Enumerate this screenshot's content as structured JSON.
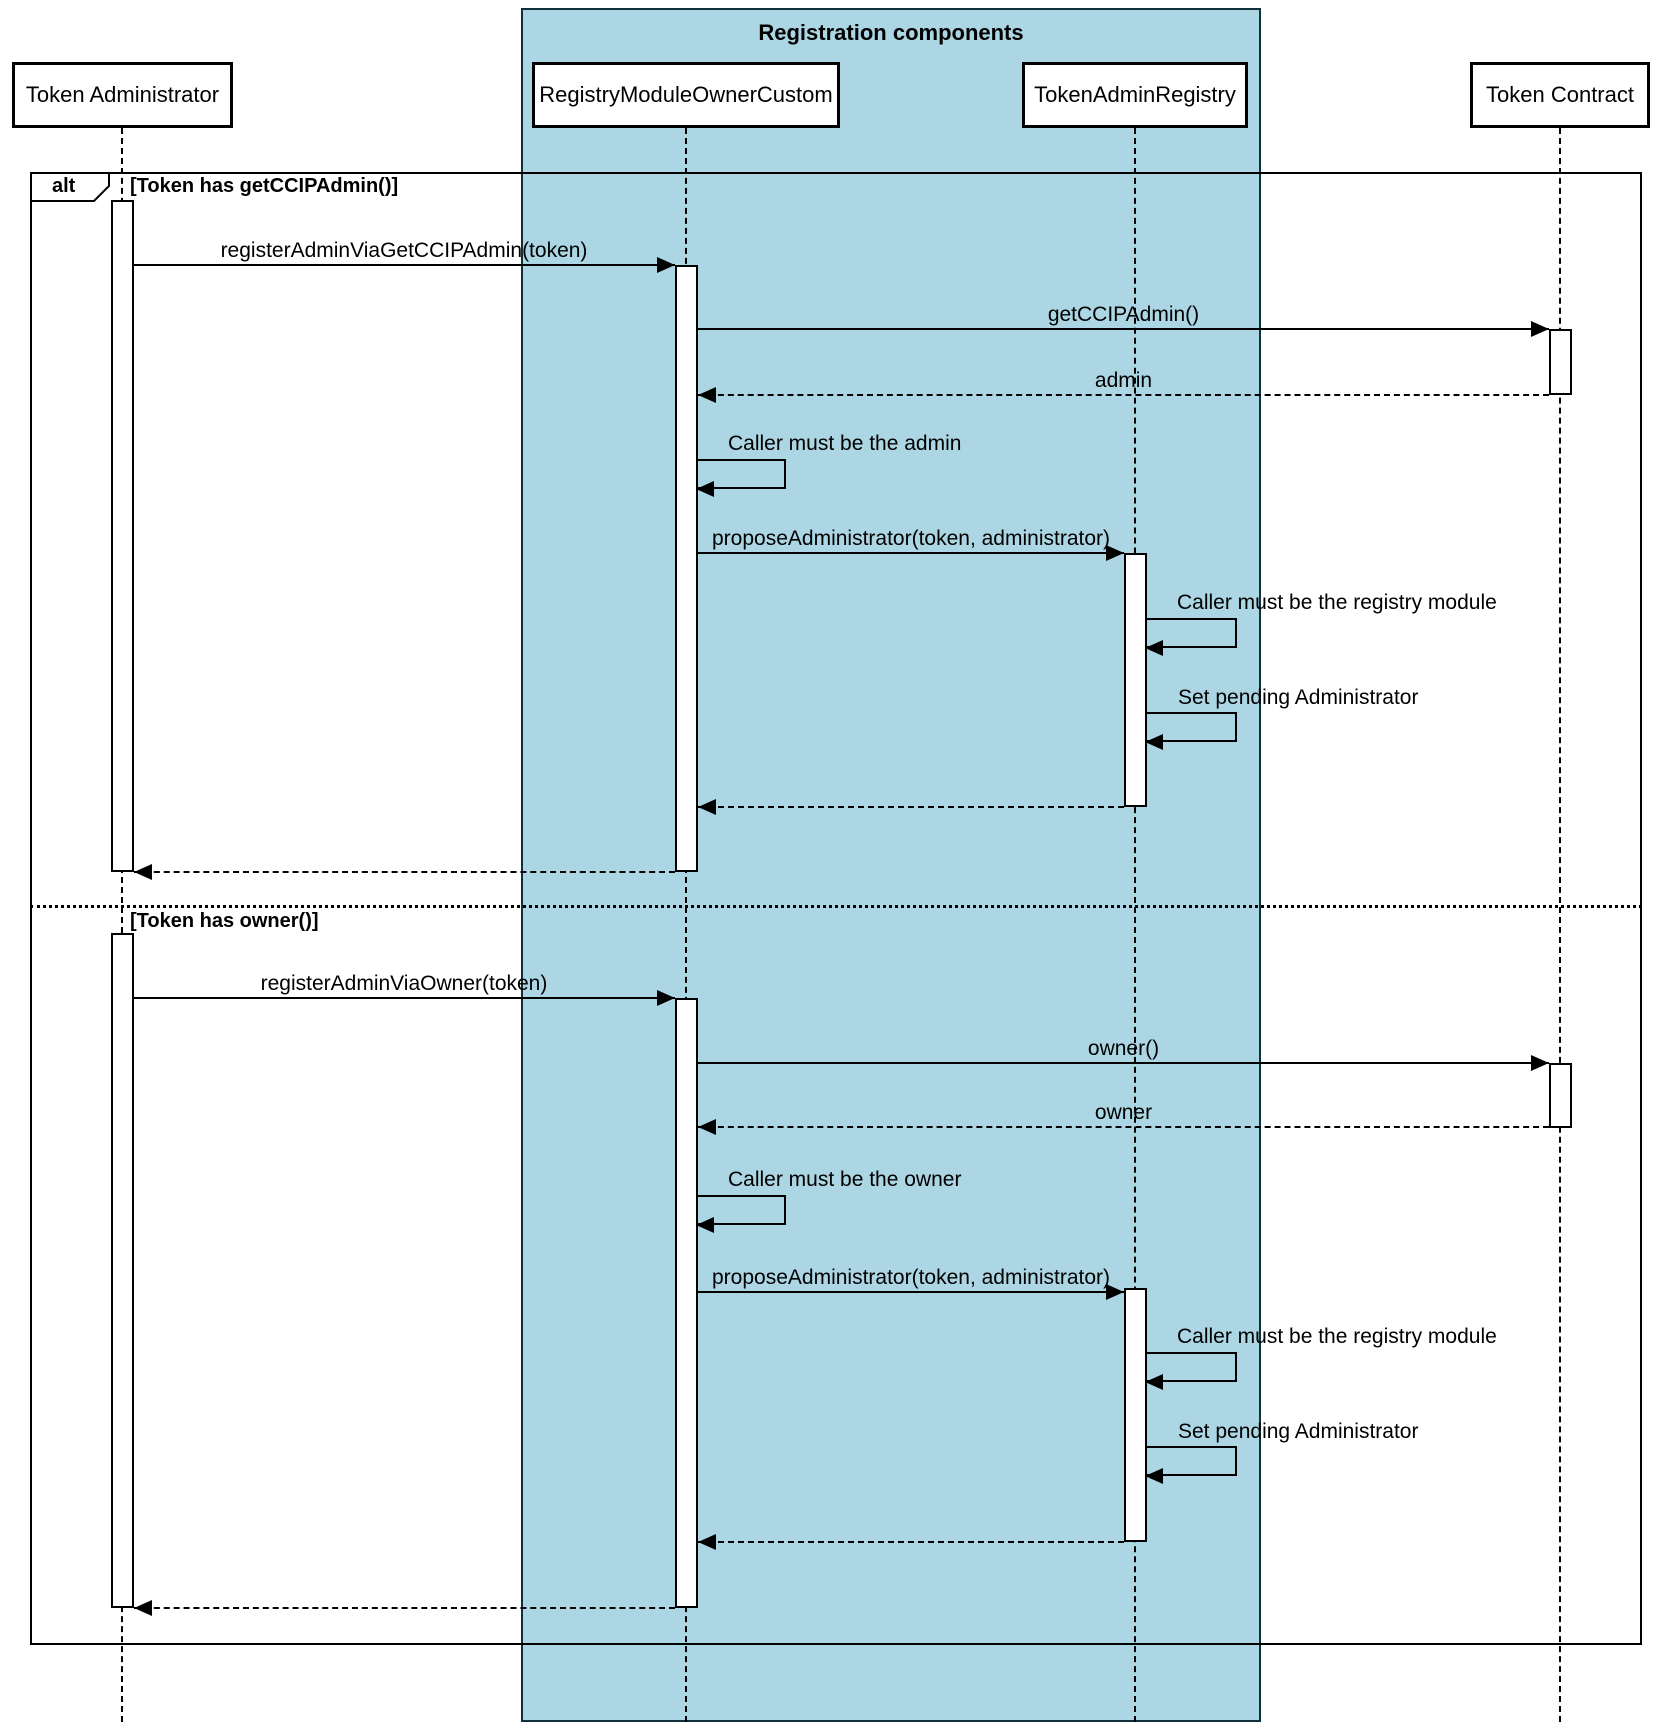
{
  "title": "Registration components",
  "operator": "alt",
  "guards": [
    {
      "label": "[Token has getCCIPAdmin()]"
    },
    {
      "label": "[Token has owner()]"
    }
  ],
  "participants": [
    {
      "label": "Token Administrator"
    },
    {
      "label": "RegistryModuleOwnerCustom"
    },
    {
      "label": "TokenAdminRegistry"
    },
    {
      "label": "Token Contract"
    }
  ],
  "section1": {
    "call_register": "registerAdminViaGetCCIPAdmin(token)",
    "call_get_admin": "getCCIPAdmin()",
    "return_admin": "admin",
    "self_caller_admin": "Caller must be the admin",
    "call_propose": "proposeAdministrator(token, administrator)",
    "self_caller_registry": "Caller must be the registry module",
    "self_set_pending": "Set pending Administrator"
  },
  "section2": {
    "call_register": "registerAdminViaOwner(token)",
    "call_owner": "owner()",
    "return_owner": "owner",
    "self_caller_owner": "Caller must be the owner",
    "call_propose": "proposeAdministrator(token, administrator)",
    "self_caller_registry": "Caller must be the registry module",
    "self_set_pending": "Set pending Administrator"
  },
  "colors": {
    "highlight_fill": "#acd6e3",
    "line": "#000000",
    "background": "#ffffff",
    "activation_fill": "#ffffff"
  }
}
